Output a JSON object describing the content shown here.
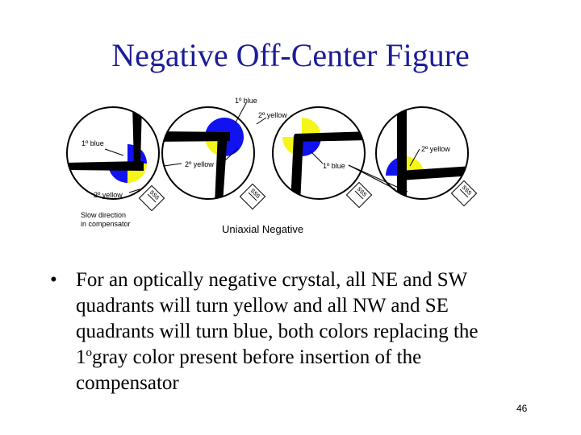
{
  "title": "Negative Off-Center Figure",
  "figure": {
    "labels": {
      "first_blue_top": "1º blue",
      "second_yellow_top": "2º yellow",
      "first_blue_left": "1º blue",
      "second_yellow_mid": "2º yellow",
      "second_yellow_bottom": "2º yellow",
      "first_blue_mid": "1º blue",
      "second_yellow_right": "2º yellow",
      "slow_direction_line1": "Slow direction",
      "slow_direction_line2": "in compensator",
      "caption": "Uniaxial Negative"
    },
    "compensator_marks": "sss",
    "colors": {
      "blue": "#1212f0",
      "yellow": "#f5f51a",
      "isogyre": "#000000"
    }
  },
  "bullet": {
    "symbol": "•",
    "text_before": "For an optically negative crystal, all NE and SW quadrants will turn yellow and all NW and SE quadrants will turn blue, both colors replacing the 1",
    "superscript": "o",
    "text_after": "gray color present before insertion of the compensator"
  },
  "page_number": "46"
}
